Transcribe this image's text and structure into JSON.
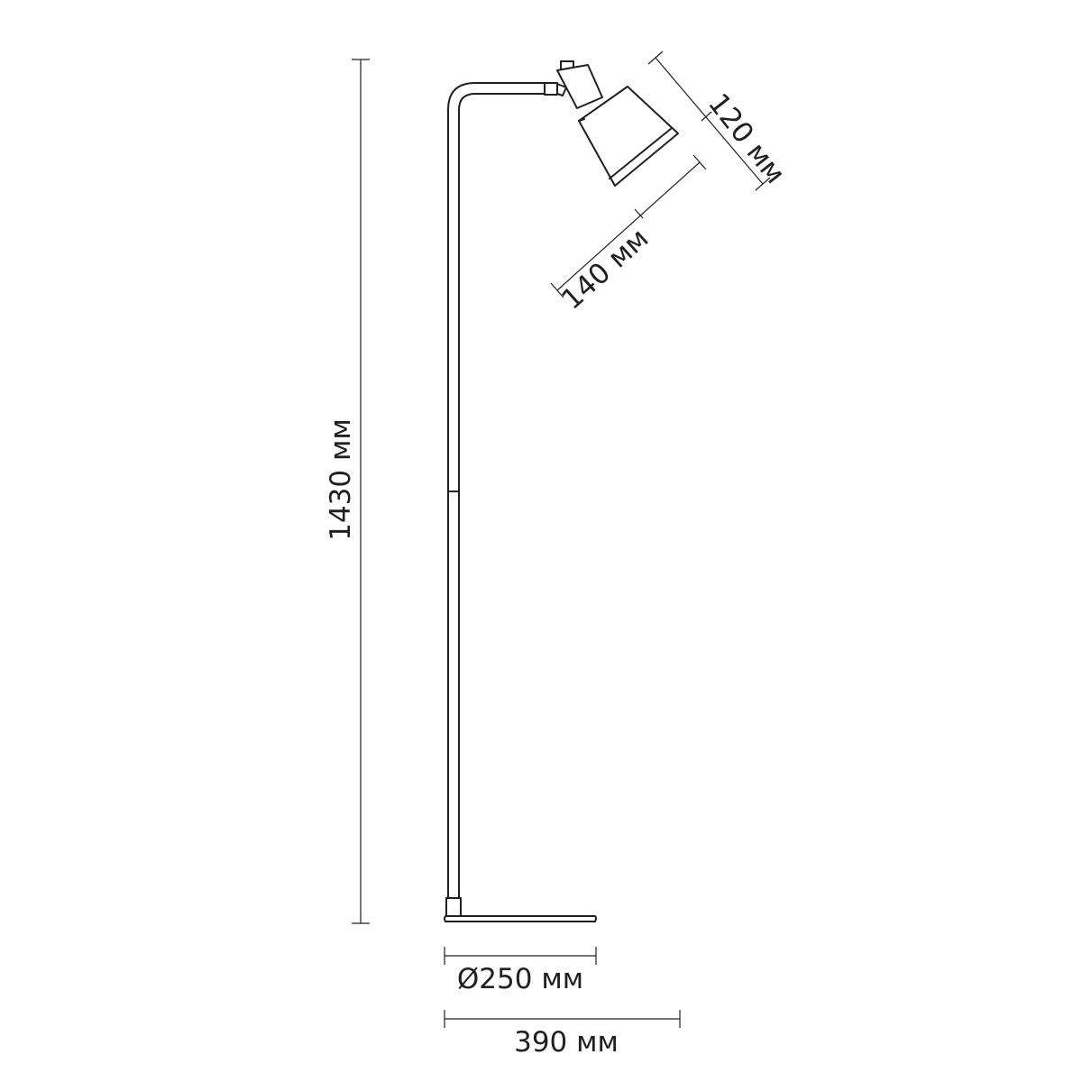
{
  "dimensions": {
    "total_height": "1430 мм",
    "shade_height": "120 мм",
    "shade_diameter": "140 мм",
    "base_diameter": "Ø250 мм",
    "total_width": "390 мм"
  },
  "colors": {
    "line": "#231f20",
    "background": "#ffffff"
  }
}
